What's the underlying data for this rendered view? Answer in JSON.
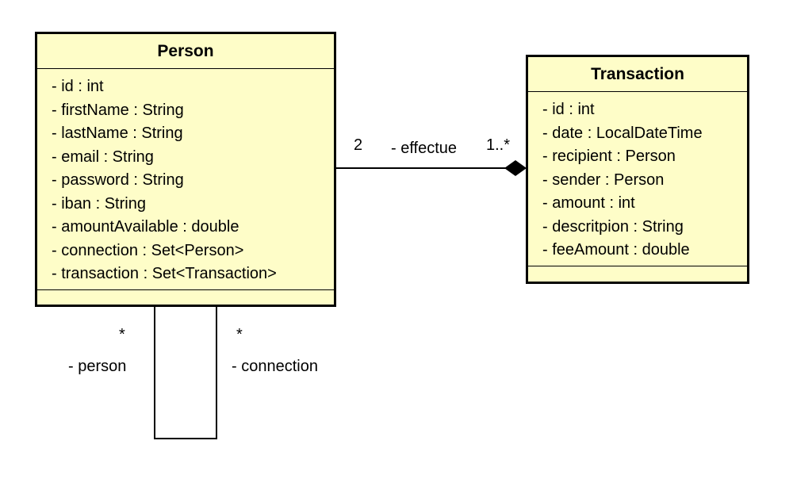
{
  "person": {
    "name": "Person",
    "attributes": [
      "- id : int",
      "- firstName : String",
      "- lastName : String",
      "- email : String",
      "- password : String",
      "- iban : String",
      "- amountAvailable : double",
      "- connection : Set<Person>",
      "- transaction : Set<Transaction>"
    ]
  },
  "transaction": {
    "name": "Transaction",
    "attributes": [
      "- id : int",
      "- date : LocalDateTime",
      "- recipient : Person",
      "- sender : Person",
      "- amount : int",
      "- descritpion : String",
      "- feeAmount : double"
    ]
  },
  "associations": {
    "effectue": {
      "role": "- effectue",
      "source_multiplicity": "2",
      "target_multiplicity": "1..*"
    },
    "self": {
      "left_role": "- person",
      "left_multiplicity": "*",
      "right_role": "- connection",
      "right_multiplicity": "*"
    }
  }
}
